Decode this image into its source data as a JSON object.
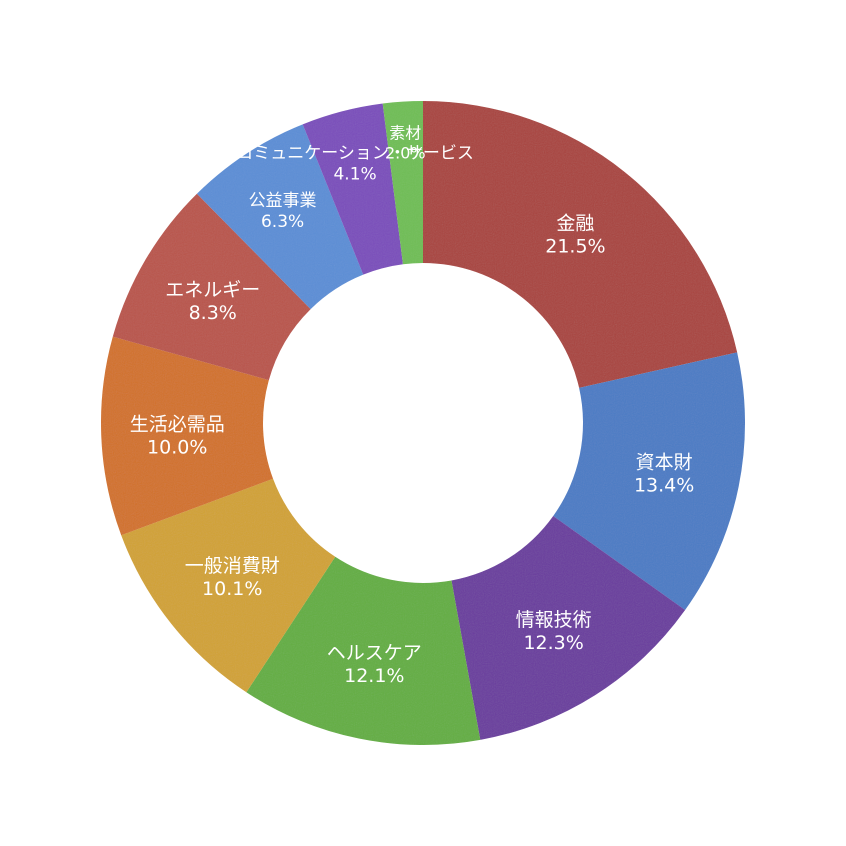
{
  "chart_data": {
    "type": "pie",
    "donut": true,
    "title": "",
    "slices": [
      {
        "label": "金融",
        "value": 21.5,
        "pct_label": "21.5%",
        "color": "#A94540"
      },
      {
        "label": "資本財",
        "value": 13.4,
        "pct_label": "13.4%",
        "color": "#4C7CC5"
      },
      {
        "label": "情報技術",
        "value": 12.3,
        "pct_label": "12.3%",
        "color": "#6A3E9E"
      },
      {
        "label": "ヘルスケア",
        "value": 12.1,
        "pct_label": "12.1%",
        "color": "#63AE43"
      },
      {
        "label": "一般消費財",
        "value": 10.1,
        "pct_label": "10.1%",
        "color": "#D1A236"
      },
      {
        "label": "生活必需品",
        "value": 10.0,
        "pct_label": "10.0%",
        "color": "#D27229"
      },
      {
        "label": "エネルギー",
        "value": 8.3,
        "pct_label": "8.3%",
        "color": "#B9544C"
      },
      {
        "label": "公益事業",
        "value": 6.3,
        "pct_label": "6.3%",
        "color": "#5C8ED6"
      },
      {
        "label": "コミュニケーション・サービス",
        "value": 4.1,
        "pct_label": "4.1%",
        "color": "#7A4DBB"
      },
      {
        "label": "素材",
        "value": 2.0,
        "pct_label": "2.0%",
        "color": "#6FBE55"
      }
    ]
  }
}
